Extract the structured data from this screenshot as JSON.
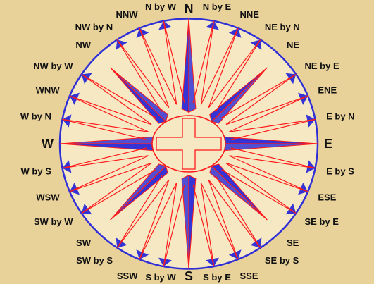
{
  "colors": {
    "background": "#e9d29a",
    "ring": "#2f2fd8",
    "lines": "#ff1a1a",
    "fill": "#3333d6",
    "paper": "#f6e8c3",
    "text": "#111111"
  },
  "points": [
    {
      "label": "N",
      "cardinal": true
    },
    {
      "label": "N by E"
    },
    {
      "label": "NNE"
    },
    {
      "label": "NE by N"
    },
    {
      "label": "NE"
    },
    {
      "label": "NE by E"
    },
    {
      "label": "ENE"
    },
    {
      "label": "E by N"
    },
    {
      "label": "E",
      "cardinal": true
    },
    {
      "label": "E by S"
    },
    {
      "label": "ESE"
    },
    {
      "label": "SE by E"
    },
    {
      "label": "SE"
    },
    {
      "label": "SE by S"
    },
    {
      "label": "SSE"
    },
    {
      "label": "S by E"
    },
    {
      "label": "S",
      "cardinal": true
    },
    {
      "label": "S by W"
    },
    {
      "label": "SSW"
    },
    {
      "label": "SW by S"
    },
    {
      "label": "SW"
    },
    {
      "label": "SW by W"
    },
    {
      "label": "WSW"
    },
    {
      "label": "W by S"
    },
    {
      "label": "W",
      "cardinal": true
    },
    {
      "label": "W by N"
    },
    {
      "label": "WNW"
    },
    {
      "label": "NW by W"
    },
    {
      "label": "NW"
    },
    {
      "label": "NW by N"
    },
    {
      "label": "NNW"
    },
    {
      "label": "N by W"
    }
  ]
}
